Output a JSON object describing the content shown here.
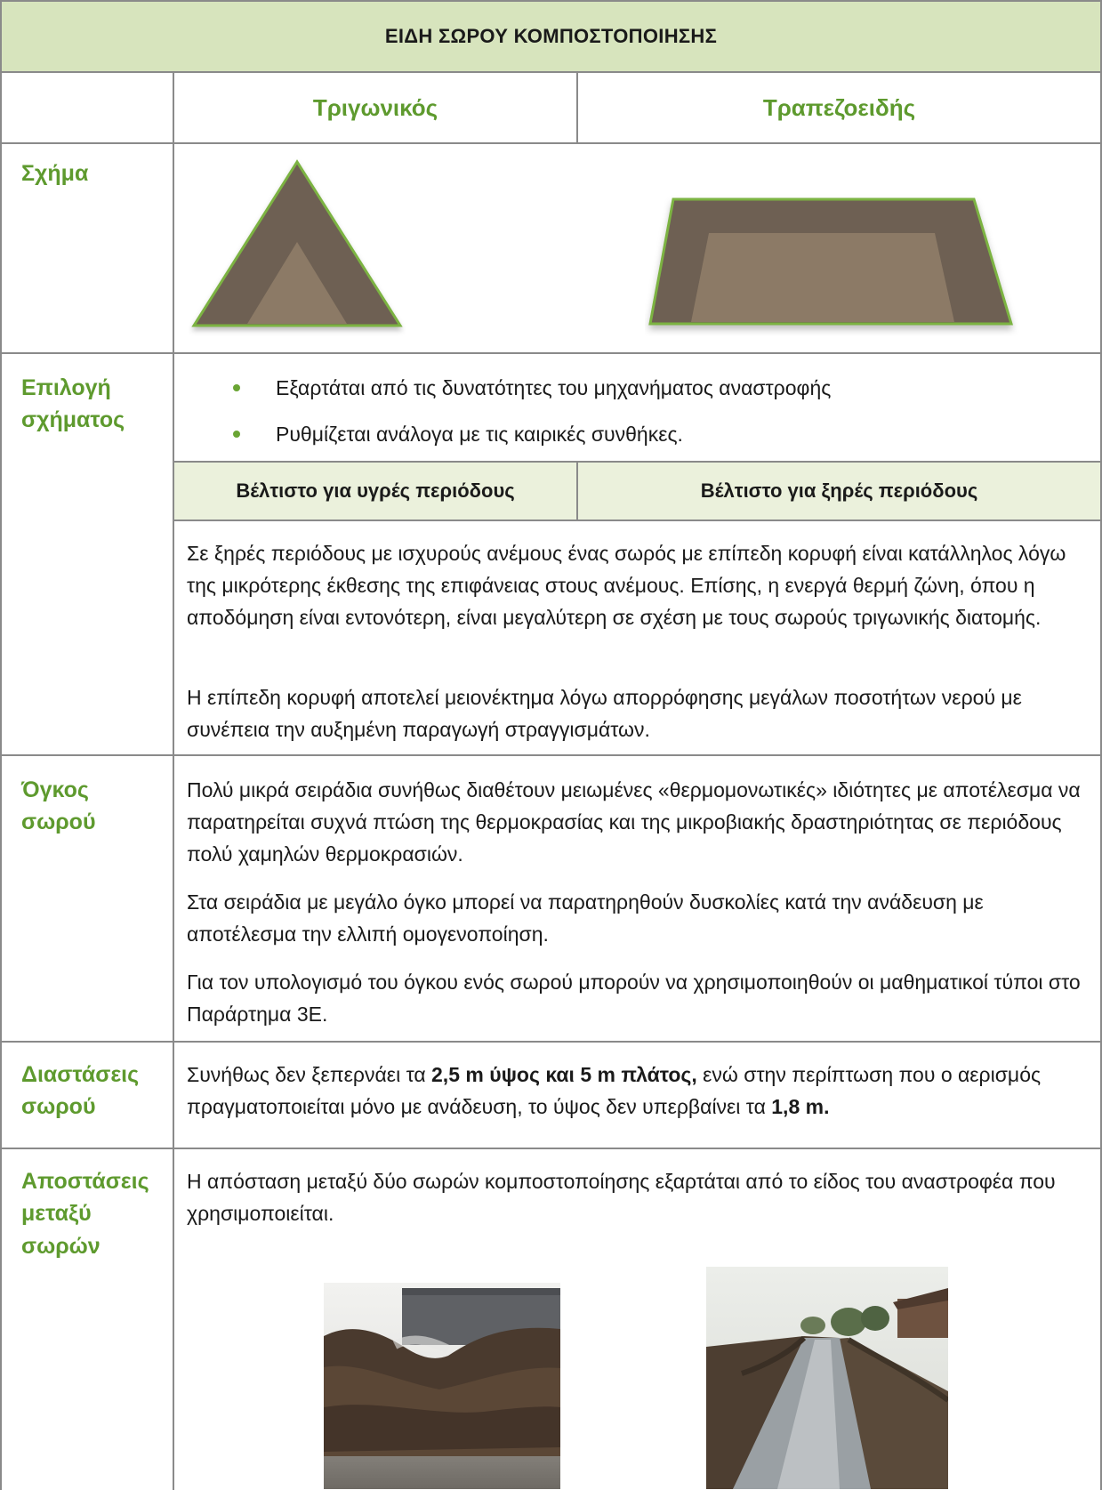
{
  "title": "ΕΙΔΗ ΣΩΡΟΥ ΚΟΜΠΟΣΤΟΠΟΙΗΣΗΣ",
  "columns": {
    "triangular": "Τριγωνικός",
    "trapezoidal": "Τραπεζοειδής"
  },
  "rows": {
    "shape": {
      "label": "Σχήμα"
    },
    "shape_choice": {
      "label_line1": "Επιλογή",
      "label_line2": "σχήματος",
      "bullets": [
        "Εξαρτάται από τις δυνατότητες του μηχανήματος αναστροφής",
        "Ρυθμίζεται ανάλογα με τις καιρικές συνθήκες."
      ],
      "best_wet": "Βέλτιστο για υγρές περιόδους",
      "best_dry": "Βέλτιστο για ξηρές περιόδους",
      "para1": "Σε ξηρές περιόδους με ισχυρούς ανέμους ένας σωρός με επίπεδη κορυφή είναι κατάλληλος λόγω της μικρότερης έκθεσης της επιφάνειας στους ανέμους. Επίσης, η ενεργά θερμή ζώνη, όπου η αποδόμηση είναι εντονότερη, είναι μεγαλύτερη σε σχέση με τους σωρούς τριγωνικής διατομής.",
      "para2": "Η επίπεδη κορυφή αποτελεί μειονέκτημα λόγω απορρόφησης μεγάλων ποσοτήτων νερού με συνέπεια την αυξημένη παραγωγή στραγγισμάτων."
    },
    "volume": {
      "label_line1": "Όγκος",
      "label_line2": "σωρού",
      "para1": "Πολύ μικρά σειράδια συνήθως διαθέτουν μειωμένες «θερμομονωτικές» ιδιότητες με αποτέλεσμα να παρατηρείται συχνά πτώση της θερμοκρασίας και της μικροβιακής δραστηριότητας σε περιόδους πολύ χαμηλών θερμοκρασιών.",
      "para2": "Στα σειράδια με μεγάλο όγκο μπορεί να παρατηρηθούν δυσκολίες κατά την ανάδευση με αποτέλεσμα την ελλιπή ομογενοποίηση.",
      "para3": "Για τον υπολογισμό του όγκου ενός σωρού μπορούν να χρησιμοποιηθούν οι μαθηματικοί τύποι στο Παράρτημα 3Ε."
    },
    "dimensions": {
      "label_line1": "Διαστάσεις",
      "label_line2": "σωρού",
      "t1": "Συνήθως δεν ξεπερνάει τα ",
      "b1": "2,5 m ύψος και 5 m πλάτος,",
      "t2": " ενώ στην περίπτωση που ο αερισμός πραγματοποιείται μόνο με ανάδευση, το ύψος δεν υπερβαίνει τα ",
      "b2": "1,8 m."
    },
    "distances": {
      "label_line1": "Αποστάσεις",
      "label_line2": "μεταξύ",
      "label_line3": "σωρών",
      "para1": "Η απόσταση μεταξύ δύο σωρών κομποστοποίησης εξαρτάται από το είδος του αναστροφέα που χρησιμοποιείται."
    }
  },
  "colors": {
    "header_bg": "#d7e4bd",
    "subheader_bg": "#ebf1dc",
    "accent_green": "#5e9a2e",
    "pile_brown": "#6e6153"
  }
}
